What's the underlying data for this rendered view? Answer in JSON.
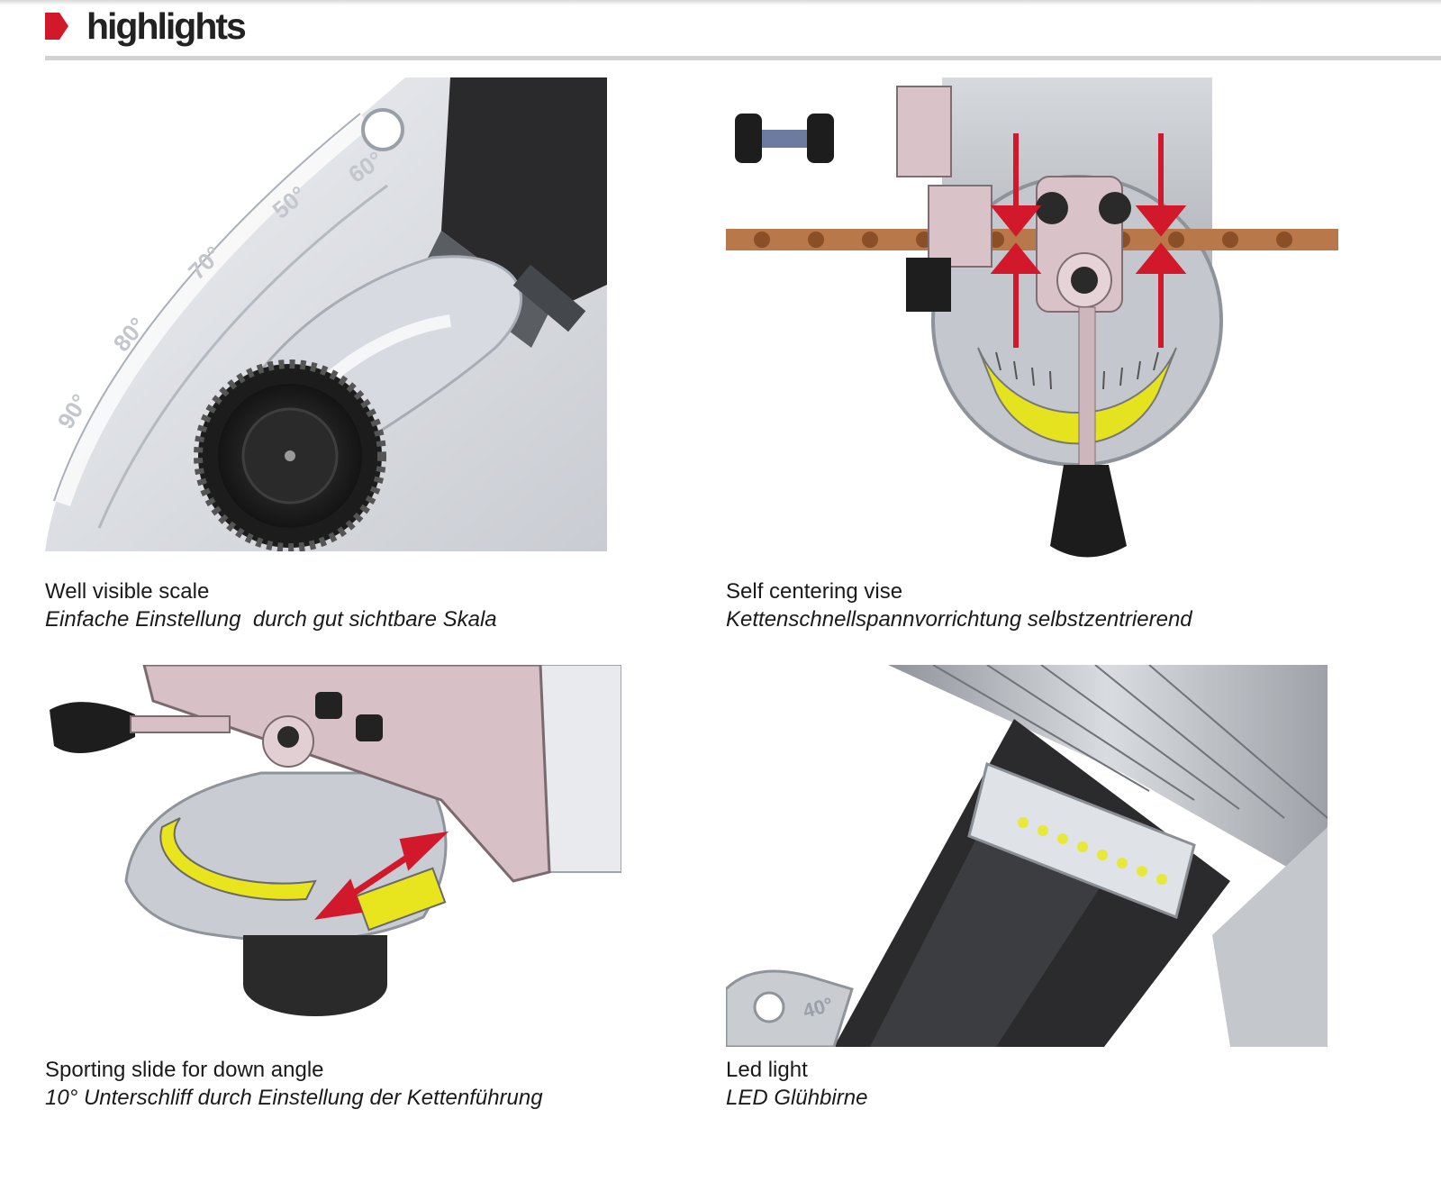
{
  "header": {
    "title": "highlights",
    "accent_color": "#d2192b",
    "marker_icon": "red-pentagon-bullet-icon"
  },
  "highlights": [
    {
      "caption_en": "Well visible scale",
      "caption_de": "Einfache Einstellung  durch gut sichtbare Skala",
      "scale_labels": [
        "60°",
        "50°",
        "70°",
        "80°",
        "90°"
      ]
    },
    {
      "caption_en": "Self centering vise",
      "caption_de": "Kettenschnellspannvorrichtung selbstzentrierend"
    },
    {
      "caption_en": "Sporting slide for down angle",
      "caption_de": "10° Unterschliff durch Einstellung der Kettenführung"
    },
    {
      "caption_en": "Led light",
      "caption_de": "LED Glühbirne",
      "scale_label": "40°"
    }
  ]
}
